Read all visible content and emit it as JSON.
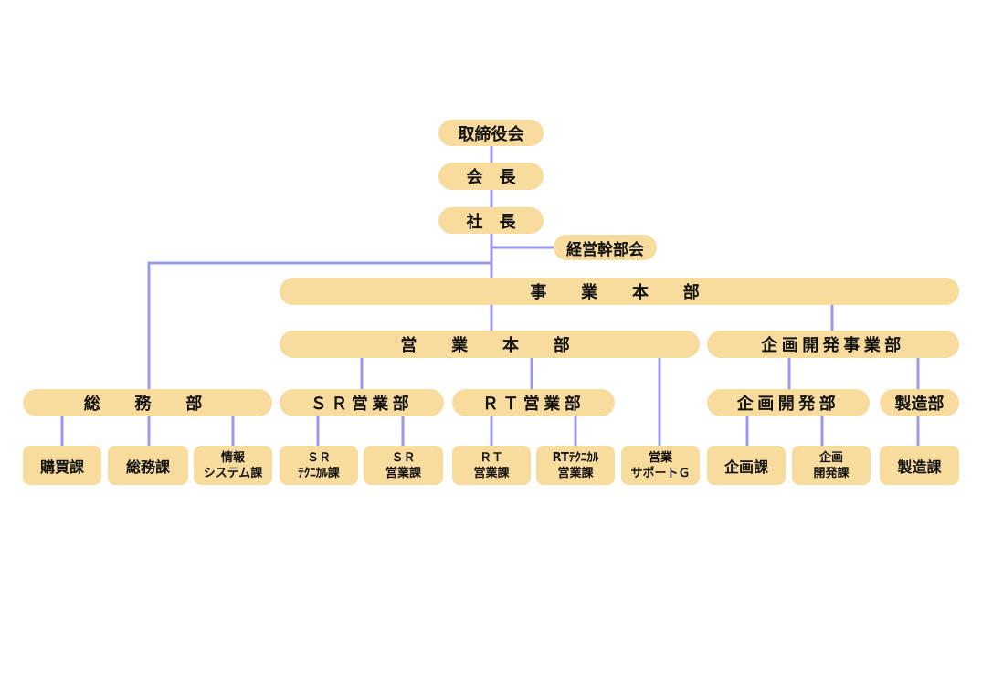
{
  "diagram": {
    "line_color": "#9999ee",
    "box_color": "#f8dc9e",
    "nodes": {
      "board": "取締役会",
      "chairman": "会　長",
      "president": "社　長",
      "exec_committee": "経営幹部会",
      "business_hq": "事　業　本　部",
      "sales_hq": "営　業　本　部",
      "planning_dev_division": "企画開発事業部",
      "general_affairs": "総　務　部",
      "sr_sales_dept": "ＳＲ営業部",
      "rt_sales_dept": "ＲＴ営業部",
      "planning_dev_dept": "企画開発部",
      "manufacturing_dept": "製造部",
      "purchasing_section": "購買課",
      "general_affairs_section": "総務課",
      "info_systems_section": "情報\nシステム課",
      "sr_technical_section": "ＳＲ\nﾃｸﾆｶﾙ課",
      "sr_sales_section": "ＳＲ\n営業課",
      "rt_sales_section": "ＲＴ\n営業課",
      "rt_technical_sales_section": "RTﾃｸﾆｶﾙ\n営業課",
      "sales_support_group": "営業\nサポートＧ",
      "planning_section": "企画課",
      "planning_dev_section": "企画\n開発課",
      "manufacturing_section": "製造課"
    }
  }
}
